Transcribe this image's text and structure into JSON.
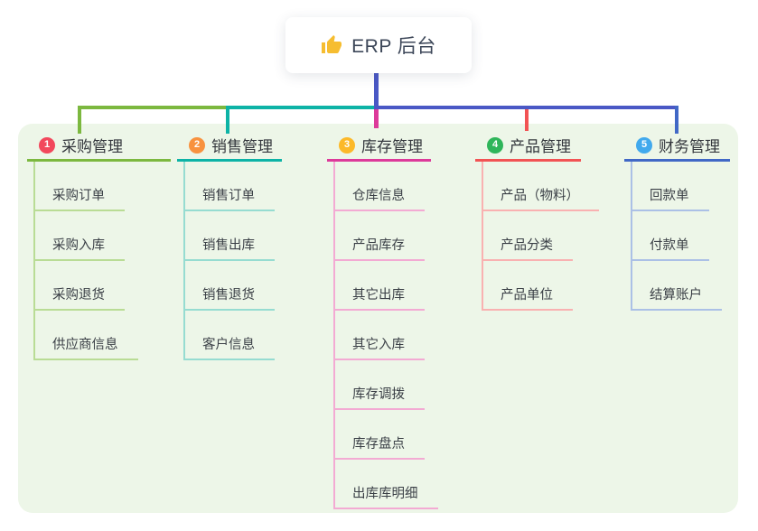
{
  "root": {
    "title": "ERP 后台",
    "icon": "thumbs-up-icon",
    "icon_color": "#f6bd30"
  },
  "colors": {
    "canvas": "#ffffff",
    "panel": "#edf6e8",
    "root_line": "#4a58c5",
    "title_text": "#3d4759",
    "branch_text": "#33363c",
    "item_text": "#3a3f46"
  },
  "branches": [
    {
      "badge": "1",
      "label": "采购管理",
      "badge_color": "#f2485c",
      "line_color": "#7cb83f",
      "sub_line_color": "#b9dc95",
      "children": [
        "采购订单",
        "采购入库",
        "采购退货",
        "供应商信息"
      ]
    },
    {
      "badge": "2",
      "label": "销售管理",
      "badge_color": "#f8923f",
      "line_color": "#0db3a6",
      "sub_line_color": "#96dcd1",
      "children": [
        "销售订单",
        "销售出库",
        "销售退货",
        "客户信息"
      ]
    },
    {
      "badge": "3",
      "label": "库存管理",
      "badge_color": "#fcb929",
      "line_color": "#dd3a9a",
      "sub_line_color": "#f3aad3",
      "children": [
        "仓库信息",
        "产品库存",
        "其它出库",
        "其它入库",
        "库存调拨",
        "库存盘点",
        "出库库明细"
      ]
    },
    {
      "badge": "4",
      "label": "产品管理",
      "badge_color": "#2fb55a",
      "line_color": "#f25354",
      "sub_line_color": "#f9b1b1",
      "children": [
        "产品（物料）",
        "产品分类",
        "产品单位"
      ]
    },
    {
      "badge": "5",
      "label": "财务管理",
      "badge_color": "#41a9ed",
      "line_color": "#4168c6",
      "sub_line_color": "#abc0e6",
      "children": [
        "回款单",
        "付款单",
        "结算账户"
      ]
    }
  ]
}
